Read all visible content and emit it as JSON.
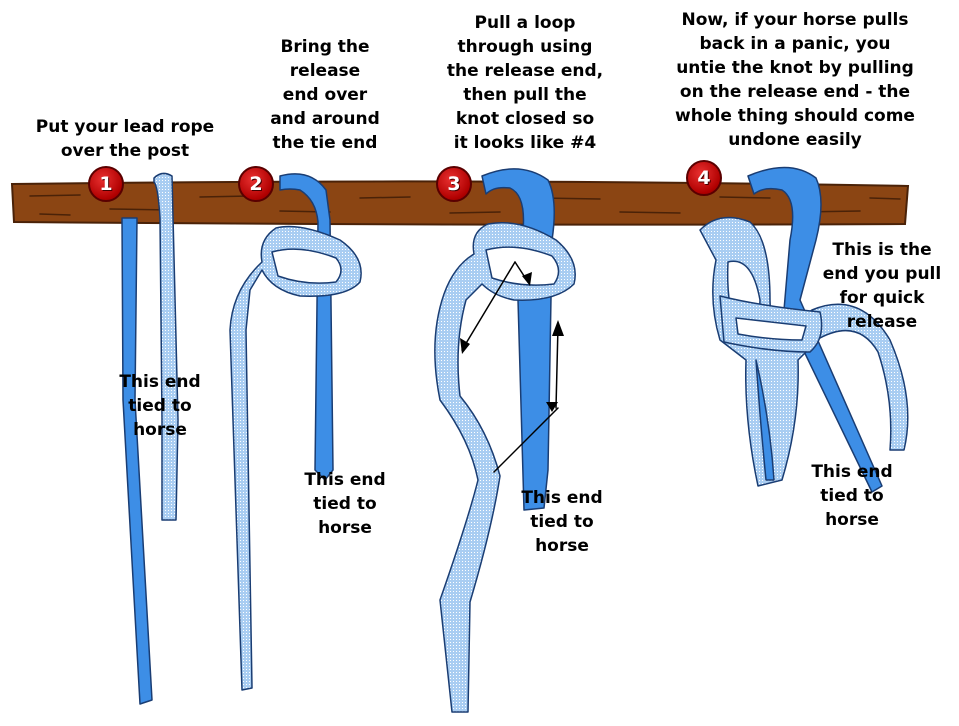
{
  "colors": {
    "post": "#8b4513",
    "post_dark": "#5a2a0a",
    "rope_tie_end": "#3d8ee6",
    "rope_release_end": "#a9cdf2",
    "rope_outline": "#1a3d73",
    "badge": "#c00000"
  },
  "steps": [
    {
      "number": "1",
      "instruction": [
        "Put your lead rope",
        "over the post"
      ],
      "tie_label": [
        "This end",
        "tied to",
        "horse"
      ]
    },
    {
      "number": "2",
      "instruction": [
        "Bring the",
        "release",
        "end over",
        "and around",
        "the tie end"
      ],
      "tie_label": [
        "This end",
        "tied to",
        "horse"
      ]
    },
    {
      "number": "3",
      "instruction": [
        "Pull a loop",
        "through using",
        "the release end,",
        "then pull the",
        "knot closed so",
        "it looks like #4"
      ],
      "tie_label": [
        "This end",
        "tied to",
        "horse"
      ]
    },
    {
      "number": "4",
      "instruction": [
        "Now, if your horse pulls",
        "back in a panic, you",
        "untie the knot by pulling",
        "on the release end - the",
        "whole thing should come",
        "undone easily"
      ],
      "tie_label": [
        "This end",
        "tied to",
        "horse"
      ],
      "release_label": [
        "This is the",
        "end you pull",
        "for quick",
        "release"
      ]
    }
  ]
}
